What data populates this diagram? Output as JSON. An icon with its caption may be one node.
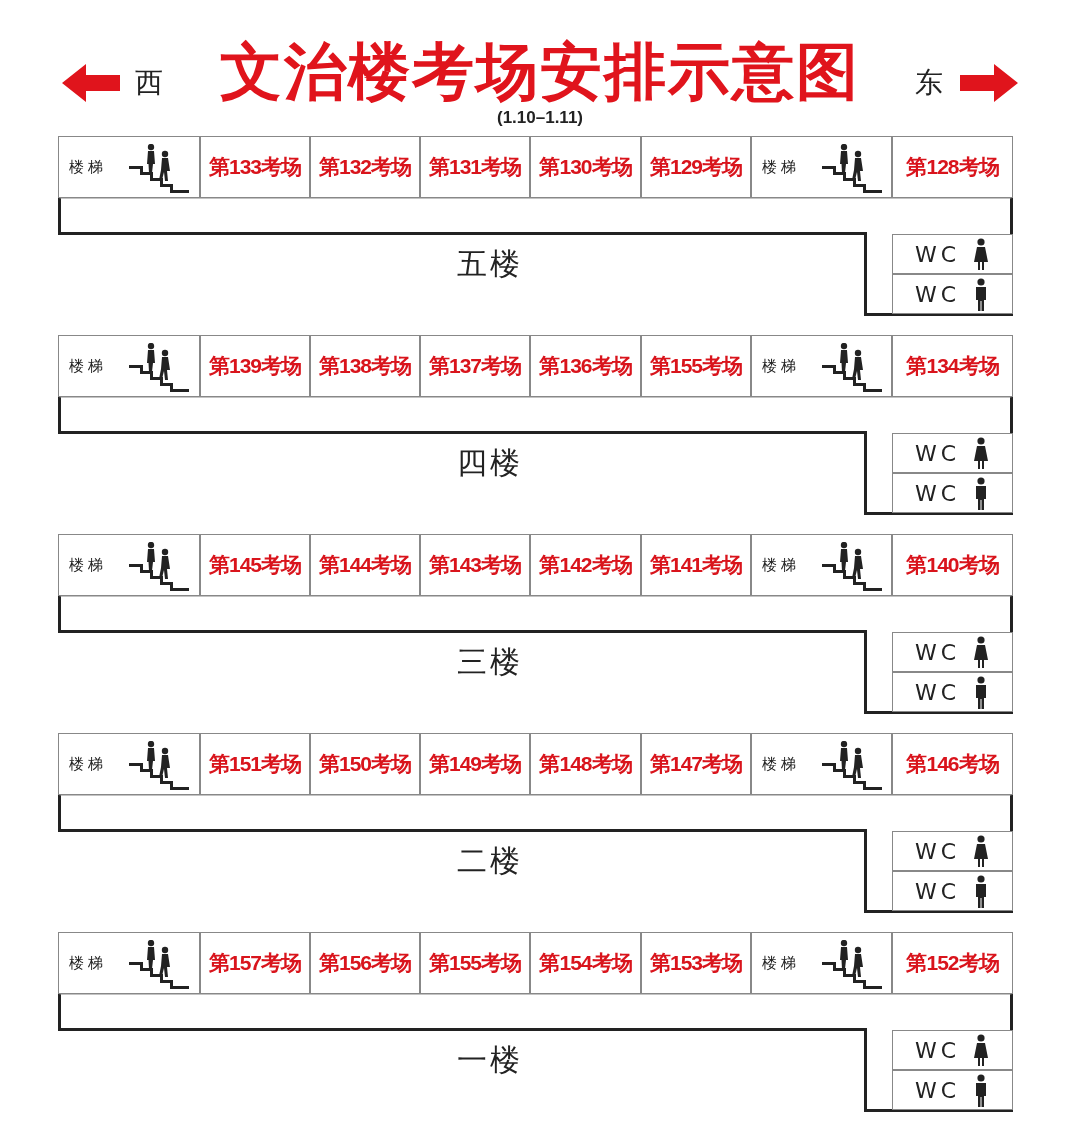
{
  "diagram": {
    "title": "文治楼考场安排示意图",
    "nodes": [
      {
        "text": [
          "五楼"
        ]
      },
      {
        "text": [
          "楼梯"
        ],
        "in": 0
      },
      {
        "text": [
          "第133考场"
        ],
        "in": 0
      },
      {
        "text": [
          "第132考场"
        ],
        "in": 0
      },
      {
        "text": [
          "第131考场"
        ],
        "in": 0
      },
      {
        "text": [
          "第130考场"
        ],
        "in": 0
      },
      {
        "text": [
          "第129考场"
        ],
        "in": 0
      },
      {
        "text": [
          "楼梯"
        ],
        "in": 0
      },
      {
        "text": [
          "第128考场"
        ],
        "in": 0
      },
      {
        "text": [
          "WC"
        ],
        "in": 0
      },
      {
        "text": [
          "WC"
        ],
        "in": 0
      },
      {
        "text": [
          "四楼"
        ]
      },
      {
        "text": [
          "楼梯"
        ],
        "in": 11
      },
      {
        "text": [
          "第139考场"
        ],
        "in": 11
      },
      {
        "text": [
          "第138考场"
        ],
        "in": 11
      },
      {
        "text": [
          "第137考场"
        ],
        "in": 11
      },
      {
        "text": [
          "第136考场"
        ],
        "in": 11
      },
      {
        "text": [
          "第155考场"
        ],
        "in": 11
      },
      {
        "text": [
          "楼梯"
        ],
        "in": 11
      },
      {
        "text": [
          "第134考场"
        ],
        "in": 11
      },
      {
        "text": [
          "WC"
        ],
        "in": 11
      },
      {
        "text": [
          "WC"
        ],
        "in": 11
      },
      {
        "text": [
          "三楼"
        ]
      },
      {
        "text": [
          "楼梯"
        ],
        "in": 22
      },
      {
        "text": [
          "第145考场"
        ],
        "in": 22
      },
      {
        "text": [
          "第144考场"
        ],
        "in": 22
      },
      {
        "text": [
          "第143考场"
        ],
        "in": 22
      },
      {
        "text": [
          "第142考场"
        ],
        "in": 22
      },
      {
        "text": [
          "第141考场"
        ],
        "in": 22
      },
      {
        "text": [
          "楼梯"
        ],
        "in": 22
      },
      {
        "text": [
          "第140考场"
        ],
        "in": 22
      },
      {
        "text": [
          "WC"
        ],
        "in": 22
      },
      {
        "text": [
          "WC"
        ],
        "in": 22
      },
      {
        "text": [
          "二楼"
        ]
      },
      {
        "text": [
          "楼梯"
        ],
        "in": 33
      },
      {
        "text": [
          "第151考场"
        ],
        "in": 33
      },
      {
        "text": [
          "第150考场"
        ],
        "in": 33
      },
      {
        "text": [
          "第149考场"
        ],
        "in": 33
      },
      {
        "text": [
          "第148考场"
        ],
        "in": 33
      },
      {
        "text": [
          "第147考场"
        ],
        "in": 33
      },
      {
        "text": [
          "楼梯"
        ],
        "in": 33
      },
      {
        "text": [
          "第146考场"
        ],
        "in": 33
      },
      {
        "text": [
          "WC"
        ],
        "in": 33
      },
      {
        "text": [
          "WC"
        ],
        "in": 33
      },
      {
        "text": [
          "一楼"
        ]
      },
      {
        "text": [
          "楼梯"
        ],
        "in": 44
      },
      {
        "text": [
          "第157考场"
        ],
        "in": 44
      },
      {
        "text": [
          "第156考场"
        ],
        "in": 44
      },
      {
        "text": [
          "第155考场"
        ],
        "in": 44
      },
      {
        "text": [
          "第154考场"
        ],
        "in": 44
      },
      {
        "text": [
          "第153考场"
        ],
        "in": 44
      },
      {
        "text": [
          "楼梯"
        ],
        "in": 44
      },
      {
        "text": [
          "第152考场"
        ],
        "in": 44
      },
      {
        "text": [
          "WC"
        ],
        "in": 44
      },
      {
        "text": [
          "WC"
        ],
        "in": 44
      }
    ],
    "labels": [
      "西",
      "东",
      "(1.10–1.11)"
    ]
  }
}
